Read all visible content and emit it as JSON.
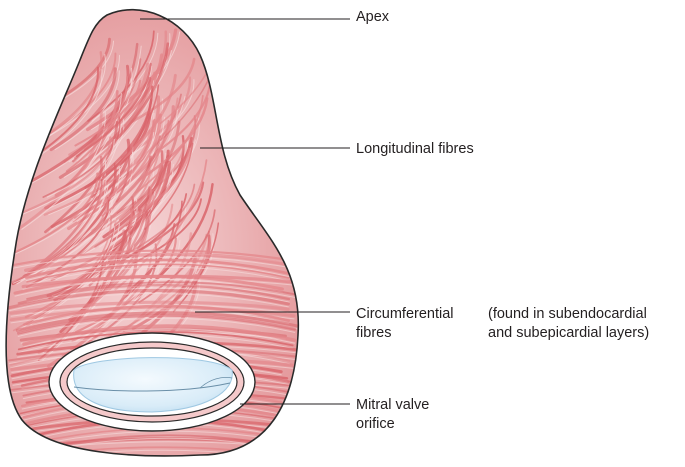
{
  "labels": {
    "apex": "Apex",
    "longitudinal": "Longitudinal fibres",
    "circumferential_line1": "Circumferential",
    "circumferential_line2": "fibres",
    "layers_note_line1": "(found in subendocardial",
    "layers_note_line2": "and subepicardial layers)",
    "mitral_line1": "Mitral valve",
    "mitral_line2": "orifice"
  },
  "colors": {
    "muscle_base": "#e9a5a6",
    "muscle_light": "#f7dcdc",
    "fibre_dark": "#d9646a",
    "fibre_mid": "#e4868a",
    "outline": "#2a2a2a",
    "valve_fill": "#dceef9",
    "valve_rim": "#ffffff",
    "leader_line": "#231f20"
  }
}
